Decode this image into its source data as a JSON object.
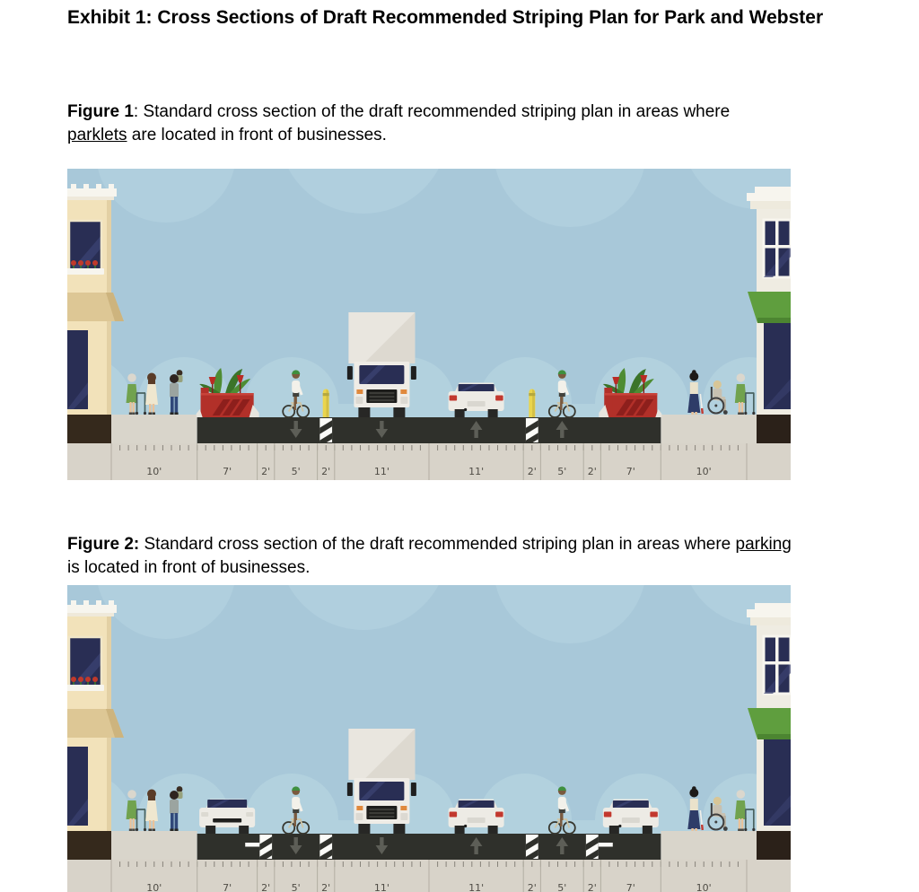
{
  "document": {
    "title": "Exhibit 1: Cross Sections of Draft Recommended Striping Plan for Park and Webster",
    "figures": [
      {
        "name": "Figure 1",
        "caption": {
          "lines": [
            [
              {
                "t": "Figure 1",
                "b": true
              },
              {
                "t": ": Standard cross section of the draft recommended striping plan in areas where"
              }
            ],
            [
              {
                "t": "parklets",
                "u": true
              },
              {
                "t": " are located in front of businesses."
              }
            ]
          ]
        },
        "measurements": [
          "10'",
          "7'",
          "2'",
          "5'",
          "2'",
          "11'",
          "11'",
          "2'",
          "5'",
          "2'",
          "7'",
          "10'"
        ],
        "segments": [
          {
            "label": "10'",
            "ft": 10,
            "use": "sidewalk",
            "people": [
              "elderly-walker",
              "woman-dress",
              "adult-with-child"
            ]
          },
          {
            "label": "7'",
            "ft": 7,
            "use": "parklet"
          },
          {
            "label": "2'",
            "ft": 2,
            "use": "buffer"
          },
          {
            "label": "5'",
            "ft": 5,
            "use": "bike",
            "arrow": "down",
            "rider": true
          },
          {
            "label": "2'",
            "ft": 2,
            "use": "buffer",
            "crosshatch": true,
            "bollard": true
          },
          {
            "label": "11'",
            "ft": 11,
            "use": "lane",
            "arrow": "down",
            "vehicle": "truck-front"
          },
          {
            "label": "11'",
            "ft": 11,
            "use": "lane",
            "arrow": "up",
            "vehicle": "car-rear"
          },
          {
            "label": "2'",
            "ft": 2,
            "use": "buffer",
            "crosshatch": true,
            "bollard": true
          },
          {
            "label": "5'",
            "ft": 5,
            "use": "bike",
            "arrow": "up",
            "rider": true
          },
          {
            "label": "2'",
            "ft": 2,
            "use": "buffer"
          },
          {
            "label": "7'",
            "ft": 7,
            "use": "parklet"
          },
          {
            "label": "10'",
            "ft": 10,
            "use": "sidewalk",
            "people": [
              "woman-cane",
              "wheelchair-user",
              "elderly-walker"
            ]
          }
        ]
      },
      {
        "name": "Figure 2",
        "caption": {
          "lines": [
            [
              {
                "t": "Figure 2:",
                "b": true
              },
              {
                "t": " Standard cross section of the draft recommended striping plan in areas where "
              },
              {
                "t": "parking",
                "u": true
              }
            ],
            [
              {
                "t": "is located in front of businesses."
              }
            ]
          ]
        },
        "measurements": [
          "10'",
          "7'",
          "2'",
          "5'",
          "2'",
          "11'",
          "11'",
          "2'",
          "5'",
          "2'",
          "7'",
          "10'"
        ],
        "segments": [
          {
            "label": "10'",
            "ft": 10,
            "use": "sidewalk",
            "people": [
              "elderly-walker",
              "woman-dress",
              "adult-with-child"
            ]
          },
          {
            "label": "7'",
            "ft": 7,
            "use": "parking",
            "vehicle": "car-front"
          },
          {
            "label": "2'",
            "ft": 2,
            "use": "buffer",
            "crosshatch": true,
            "tbar": "left"
          },
          {
            "label": "5'",
            "ft": 5,
            "use": "bike",
            "arrow": "down",
            "rider": true
          },
          {
            "label": "2'",
            "ft": 2,
            "use": "buffer",
            "crosshatch": true
          },
          {
            "label": "11'",
            "ft": 11,
            "use": "lane",
            "arrow": "down",
            "vehicle": "truck-front"
          },
          {
            "label": "11'",
            "ft": 11,
            "use": "lane",
            "arrow": "up",
            "vehicle": "car-rear"
          },
          {
            "label": "2'",
            "ft": 2,
            "use": "buffer",
            "crosshatch": true
          },
          {
            "label": "5'",
            "ft": 5,
            "use": "bike",
            "arrow": "up",
            "rider": true
          },
          {
            "label": "2'",
            "ft": 2,
            "use": "buffer",
            "crosshatch": true,
            "tbar": "right"
          },
          {
            "label": "7'",
            "ft": 7,
            "use": "parking",
            "vehicle": "car-rear"
          },
          {
            "label": "10'",
            "ft": 10,
            "use": "sidewalk",
            "people": [
              "woman-cane",
              "wheelchair-user",
              "elderly-walker"
            ]
          }
        ]
      }
    ]
  },
  "colors": {
    "sky": "#a8c8d9",
    "cloud": "#b2d1de",
    "cloud_top": "#b0cfde",
    "asphalt": "#2f302b",
    "ruler_band": "#d8d3c9",
    "ruler_divider": "#b3aea3",
    "ruler_tick": "#87837a",
    "label": "#4f4c45",
    "sidewalk": "#d9d5cb",
    "base_strip": "#35291c",
    "building_cream": "#f2e2ba",
    "building_white": "#efece2",
    "trim_white": "#f7f5ee",
    "awning_tan": "#ddc795",
    "awning_green": "#5f9e3e",
    "glass_navy": "#292e54",
    "glass_sheen": "#3a4170",
    "parklet_red": "#b23029",
    "parklet_dark_red": "#8d1f1c",
    "plant_green": "#4e8c33",
    "plant_dark_green": "#3b7429",
    "flower_red": "#b92b24",
    "bollard_yellow": "#ead54e",
    "arrow": "#5d5e57",
    "vehicle_white": "#edebe5",
    "taillight_red": "#c2382e",
    "marking_white": "#fbfbf8",
    "wheel_dark": "#272725"
  }
}
